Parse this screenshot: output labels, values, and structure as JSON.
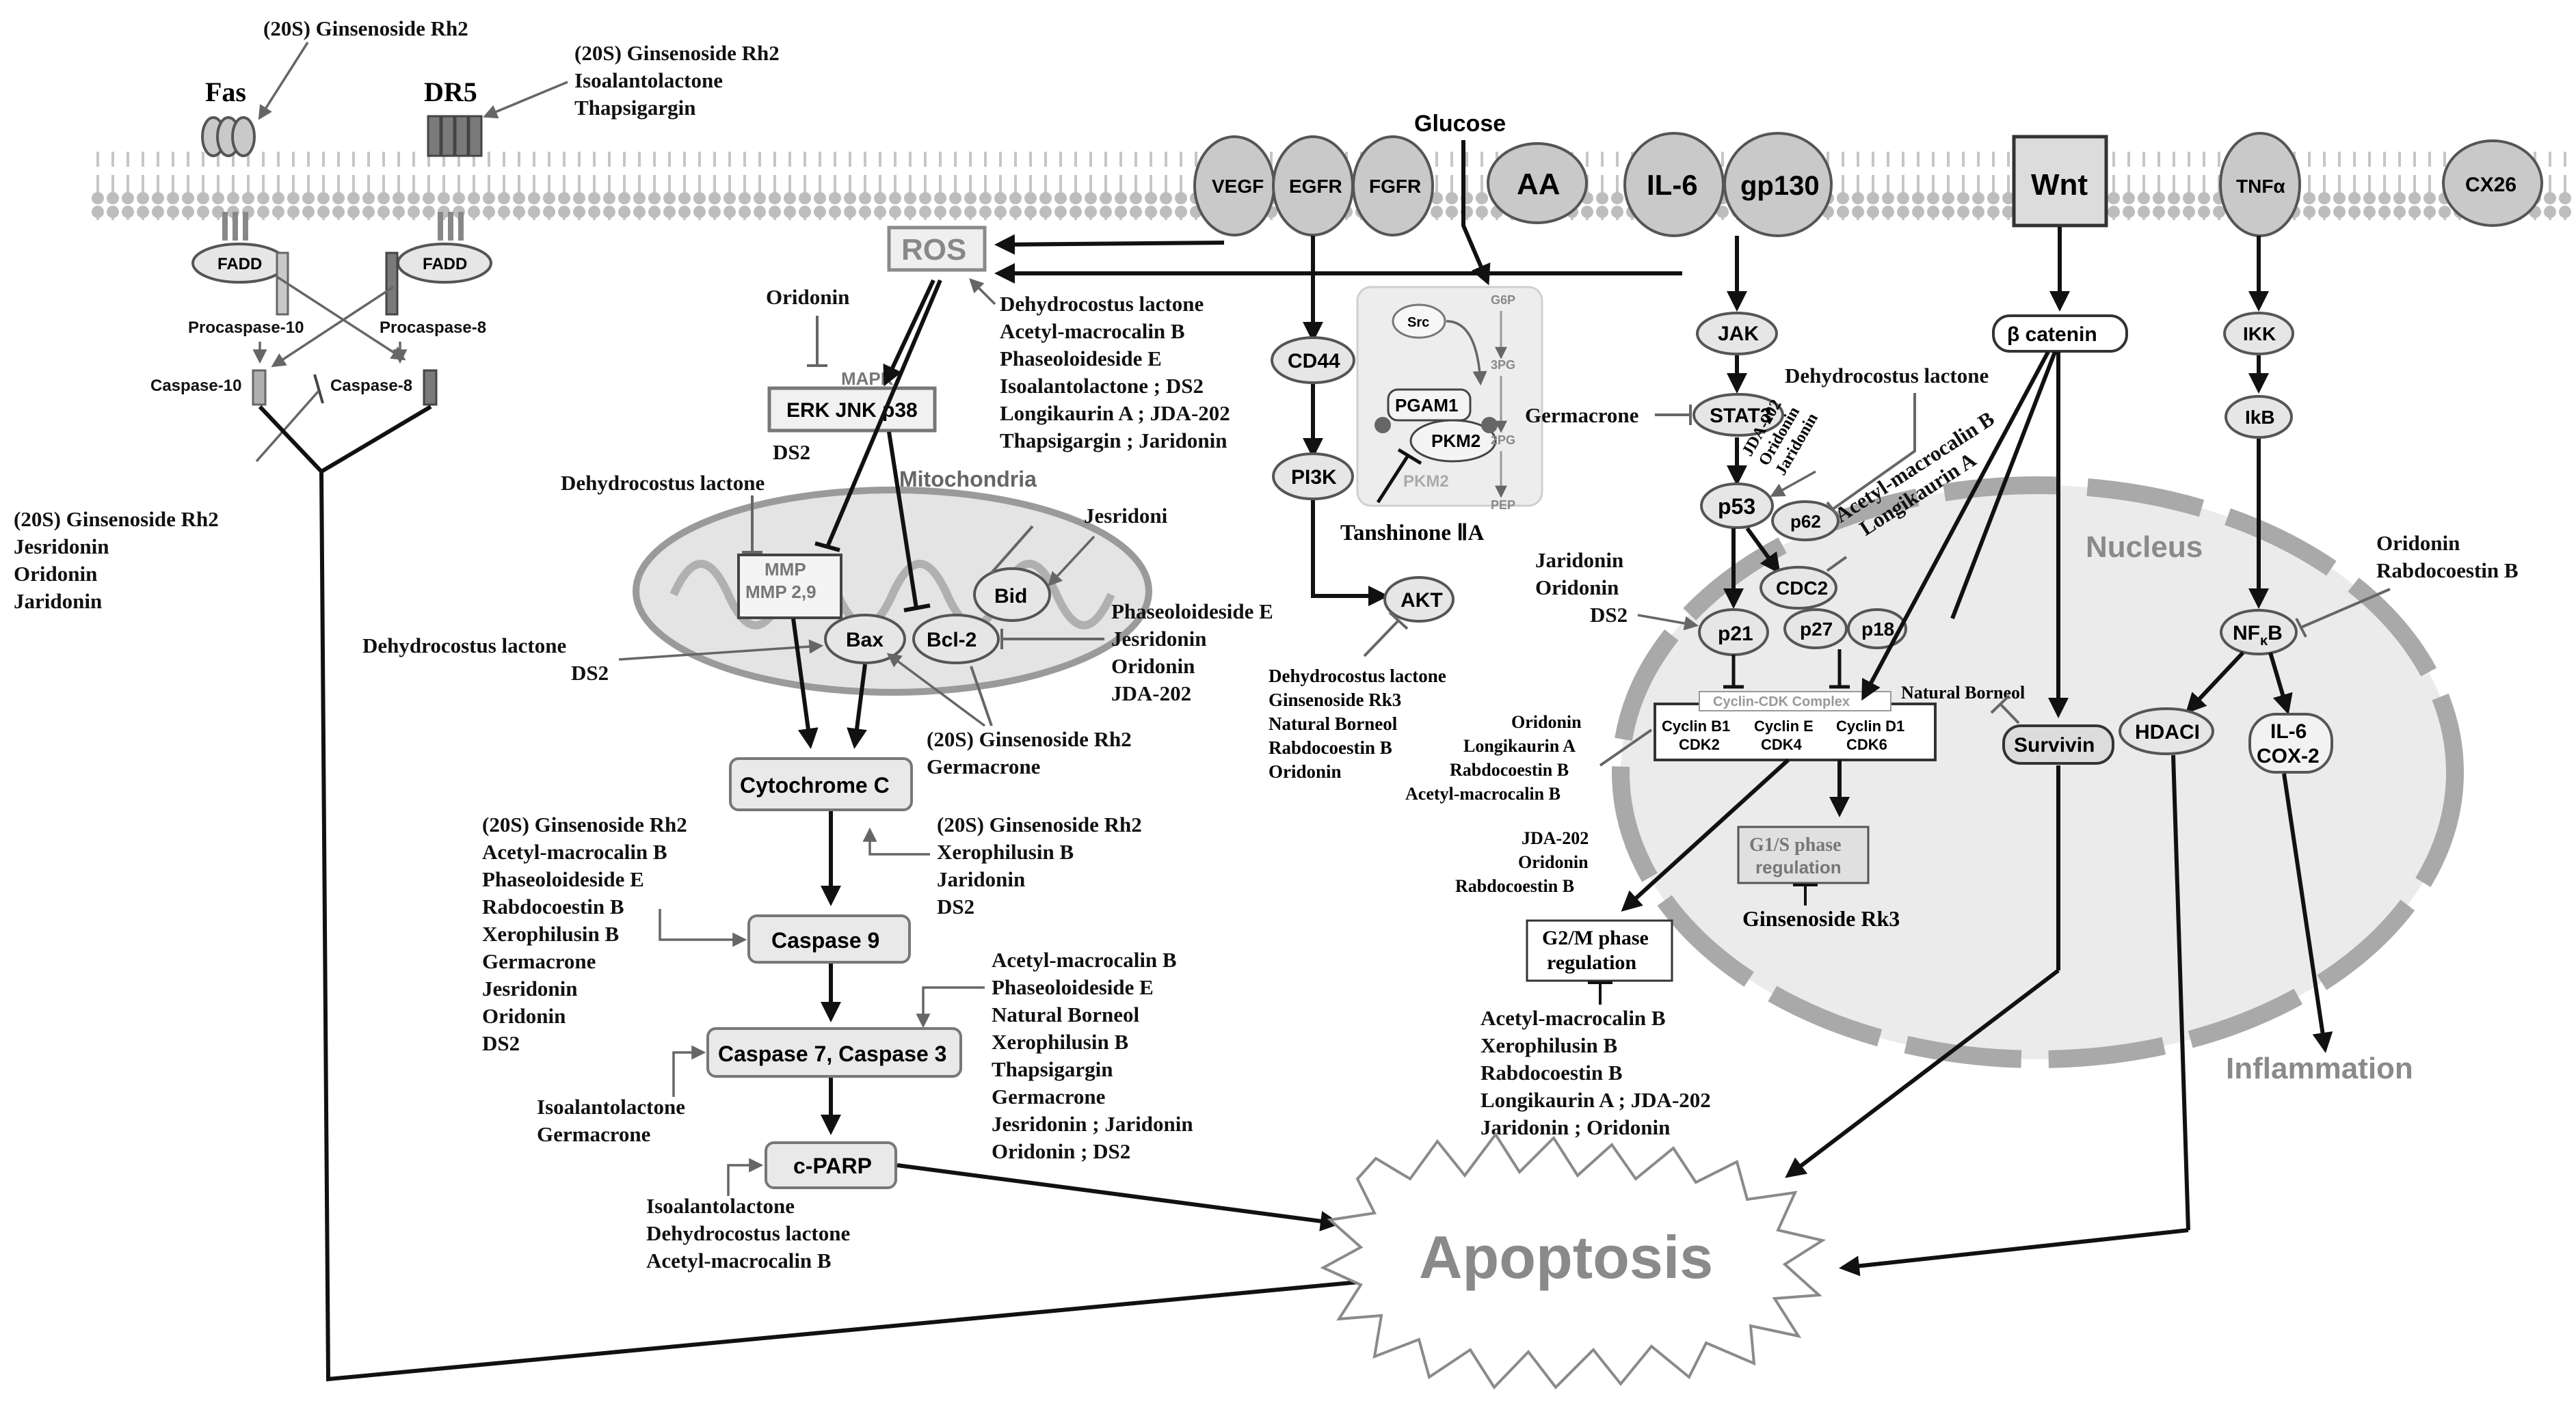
{
  "membrane": {
    "receptors": [
      "Fas",
      "DR5",
      "VEGF",
      "EGFR",
      "FGFR",
      "AA",
      "IL-6",
      "gp130",
      "Wnt",
      "TNFα",
      "CX26"
    ],
    "glucose": "Glucose"
  },
  "extrinsic": {
    "fadd": "FADD",
    "procaspase10": "Procaspase-10",
    "procaspase8": "Procaspase-8",
    "caspase10": "Caspase-10",
    "caspase8": "Caspase-8",
    "fas_drugs": [
      "(20S) Ginsenoside Rh2"
    ],
    "dr5_drugs": [
      "(20S) Ginsenoside Rh2",
      "Isoalantolactone",
      "Thapsigargin"
    ],
    "caspase8_inhibitors": [
      "(20S) Ginsenoside Rh2",
      "Jesridonin",
      "Oridonin",
      "Jaridonin"
    ]
  },
  "ros": {
    "label": "ROS",
    "drugs": [
      "Dehydrocostus lactone",
      "Acetyl-macrocalin B",
      "Phaseoloideside E",
      "Isoalantolactone ; DS2",
      "Longikaurin A ;   JDA-202",
      "Thapsigargin ;   Jaridonin"
    ]
  },
  "mapk": {
    "label": "MAPK",
    "kinases": "ERK JNK  p38",
    "inhibitor": "Oridonin",
    "below": "DS2"
  },
  "mito": {
    "label": "Mitochondria",
    "mmp_line1": "MMP",
    "mmp_line2": "MMP 2,9",
    "mmp_drug": "Dehydrocostus lactone",
    "bax": "Bax",
    "bcl2": "Bcl-2",
    "bid": "Bid",
    "bid_drug": "Jesridoni",
    "bax_drugs": [
      "Dehydrocostus lactone",
      "DS2"
    ],
    "bcl2_drugs": [
      "Phaseoloideside E",
      "Jesridonin",
      "Oridonin",
      "JDA-202"
    ],
    "bax_bcl2_drugs": [
      "(20S) Ginsenoside Rh2",
      "Germacrone"
    ]
  },
  "cascade": {
    "cytochrome": "Cytochrome C",
    "caspase9": "Caspase 9",
    "caspase73": "Caspase 7, Caspase 3",
    "cparp": "c-PARP",
    "cyto_drugs": [
      "(20S) Ginsenoside Rh2",
      "Xerophilusin B",
      "Jaridonin",
      "DS2"
    ],
    "casp9_drugs": [
      "(20S) Ginsenoside Rh2",
      "Acetyl-macrocalin B",
      "Phaseoloideside E",
      "Rabdocoestin B",
      "Xerophilusin B",
      "Germacrone",
      "Jesridonin",
      "Oridonin",
      "DS2"
    ],
    "casp73_drugs_left": [
      "Isoalantolactone",
      "Germacrone"
    ],
    "casp73_drugs_right": [
      "Acetyl-macrocalin B",
      "Phaseoloideside E",
      "Natural Borneol",
      "Xerophilusin B",
      "Thapsigargin",
      "Germacrone",
      "Jesridonin  ;   Jaridonin",
      "Oridonin ;      DS2"
    ],
    "cparp_drugs": [
      "Isoalantolactone",
      "Dehydrocostus lactone",
      "Acetyl-macrocalin B"
    ]
  },
  "pi3k": {
    "cd44": "CD44",
    "pi3k": "PI3K",
    "akt": "AKT",
    "akt_drugs": [
      "Dehydrocostus lactone",
      "Ginsenoside Rk3",
      "Natural Borneol",
      "Rabdocoestin B",
      "Oridonin"
    ]
  },
  "glycolysis": {
    "src": "Src",
    "pgam1": "PGAM1",
    "pkm2": "PKM2",
    "pkm2_faded": "PKM2",
    "metabolites": [
      "G6P",
      "3PG",
      "2PG",
      "PEP"
    ],
    "tanshinone": "Tanshinone ⅡA"
  },
  "jakstat": {
    "jak": "JAK",
    "stat3": "STAT3",
    "stat3_drug": "Germacrone",
    "p53": "p53",
    "p62": "p62",
    "p53_drugs": [
      "JDA-202",
      "Oridonin",
      "Jaridonin"
    ],
    "p62_drug": "Dehydrocostus lactone",
    "cdc2": "CDC2",
    "cdc2_drugs": [
      "Acetyl-macrocalin B",
      "Longikaurin A"
    ],
    "p21": "p21",
    "p27": "p27",
    "p18": "p18",
    "p21_drugs": [
      "Jaridonin",
      "Oridonin",
      "DS2"
    ]
  },
  "cyclins": {
    "complex_label": "Cyclin-CDK Complex",
    "b1": [
      "Cyclin B1",
      "CDK2"
    ],
    "e": [
      "Cyclin E",
      "CDK4"
    ],
    "d1": [
      "Cyclin D1",
      "CDK6"
    ],
    "drugs": [
      "Oridonin",
      "Longikaurin A",
      "Rabdocoestin B",
      "Acetyl-macrocalin B"
    ],
    "g1s": [
      "G1/S phase",
      "regulation"
    ],
    "g1s_drug": "Ginsenoside Rk3",
    "g2m": [
      "G2/M phase",
      "regulation"
    ],
    "g2m_above_drugs": [
      "JDA-202",
      "Oridonin",
      "Rabdocoestin B"
    ],
    "g2m_below_drugs": [
      "Acetyl-macrocalin B",
      "Xerophilusin B",
      "Rabdocoestin B",
      "Longikaurin A  ;  JDA-202",
      "Jaridonin  ;  Oridonin"
    ]
  },
  "wnt": {
    "beta": "β catenin",
    "survivin": "Survivin",
    "survivin_drug": "Natural Borneol",
    "nucleus": "Nucleus"
  },
  "tnf": {
    "ikk": "IKK",
    "ikb": "IkB",
    "nfkb": "NF",
    "nfkb_sub": "κ",
    "nfkb_end": "B",
    "nfkb_drugs": [
      "Oridonin",
      "Rabdocoestin B"
    ],
    "hdaci": "HDACI",
    "il6": "IL-6",
    "cox2": "COX-2",
    "inflammation": "Inflammation"
  },
  "apoptosis": "Apoptosis"
}
